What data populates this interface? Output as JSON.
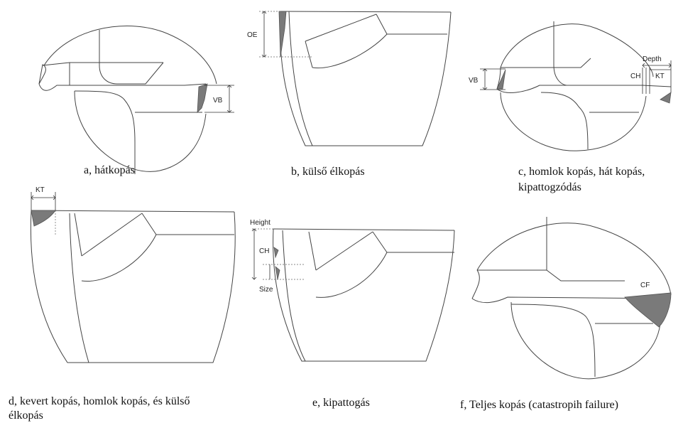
{
  "panels": {
    "a": {
      "caption": "a, hátkopás",
      "label_vb": "VB"
    },
    "b": {
      "caption": "b, külső élkopás",
      "label_oe": "OE"
    },
    "c": {
      "caption_line1": "c, homlok kopás, hát kopás,",
      "caption_line2": "kipattogzódás",
      "label_vb": "VB",
      "label_ch": "CH",
      "label_kt": "KT",
      "label_depth": "Depth"
    },
    "d": {
      "caption_line1": "d, kevert kopás, homlok kopás, és külső",
      "caption_line2": "élkopás",
      "label_kt": "KT"
    },
    "e": {
      "caption": "e, kipattogás",
      "label_height": "Height",
      "label_ch": "CH",
      "label_size": "Size"
    },
    "f": {
      "caption": "f, Teljes kopás (catastropih failure)",
      "label_cf": "CF"
    }
  }
}
